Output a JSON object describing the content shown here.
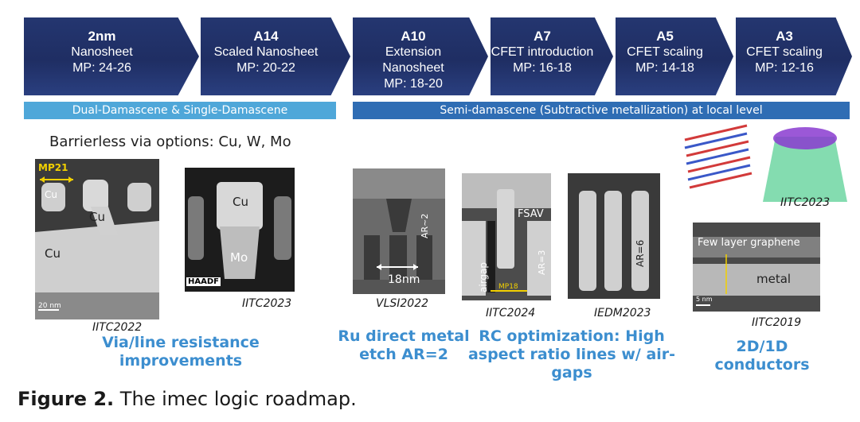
{
  "roadmap": [
    {
      "name": "2nm",
      "type": "Nanosheet",
      "mp": "MP: 24-26"
    },
    {
      "name": "A14",
      "type": "Scaled Nanosheet",
      "mp": "MP: 20-22"
    },
    {
      "name": "A10",
      "type": "Extension Nanosheet",
      "mp": "MP: 18-20"
    },
    {
      "name": "A7",
      "type": "CFET introduction",
      "mp": "MP: 16-18"
    },
    {
      "name": "A5",
      "type": "CFET scaling",
      "mp": "MP: 14-18"
    },
    {
      "name": "A3",
      "type": "CFET scaling",
      "mp": "MP: 12-16"
    }
  ],
  "bars": {
    "left": "Dual-Damascene & Single-Damascene",
    "right": "Semi-damascene (Subtractive metallization) at local level"
  },
  "barrierless": "Barrierless via options: Cu, W, Mo",
  "panels": {
    "p1": {
      "mp": "MP21",
      "cu1": "Cu",
      "cu2": "Cu",
      "cu3": "Cu",
      "scale": "20 nm",
      "ref": "IITC2022"
    },
    "p2": {
      "cu": "Cu",
      "mo": "Mo",
      "haadf": "HAADF",
      "ref": "IITC2023"
    },
    "p3": {
      "ar": "AR~2",
      "nm": "18nm",
      "ref": "VLSI2022"
    },
    "p4": {
      "fsav": "FSAV",
      "airgap": "airgap",
      "ar": "AR=3",
      "mp": "MP18",
      "ref": "IITC2024"
    },
    "p5": {
      "ar": "AR=6",
      "ref": "IEDM2023"
    },
    "p6": {
      "ref": "IITC2023"
    },
    "p7": {
      "graphene": "Few layer graphene",
      "metal": "metal",
      "scale": "5 nm",
      "ref": "IITC2019"
    }
  },
  "captions": {
    "via": "Via/line resistance improvements",
    "ru_1": "Ru direct metal",
    "ru_2": "etch AR=2",
    "rc_1": "RC optimization: High",
    "rc_2": "aspect ratio lines w/ air-gaps",
    "twod": "2D/1D conductors"
  },
  "figure_caption": {
    "label": "Figure 2.",
    "text": " The imec logic roadmap."
  }
}
